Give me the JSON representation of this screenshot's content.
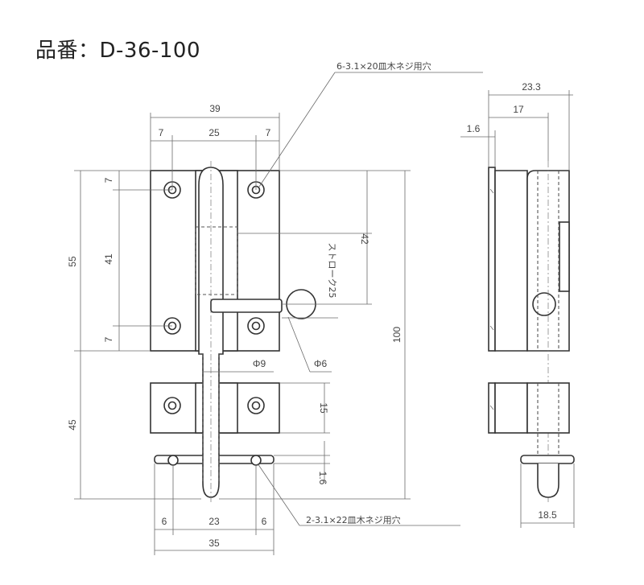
{
  "title": "品番：D-36-100",
  "notes": {
    "top_screw": "6-3.1×20皿木ネジ用穴",
    "bottom_screw": "2-3.1×22皿木ネジ用穴",
    "stroke": "ストローク25"
  },
  "dims": {
    "w39": "39",
    "w7a": "7",
    "w25": "25",
    "w7b": "7",
    "h55": "55",
    "h41": "41",
    "h7a": "7",
    "h7b": "7",
    "h45": "45",
    "h100": "100",
    "h42": "42",
    "phi9": "Φ9",
    "phi6": "Φ6",
    "h15": "15",
    "h16": "1.6",
    "b6a": "6",
    "b23": "23",
    "b6b": "6",
    "b35": "35",
    "s233": "23.3",
    "s17": "17",
    "s16": "1.6",
    "s185": "18.5"
  }
}
